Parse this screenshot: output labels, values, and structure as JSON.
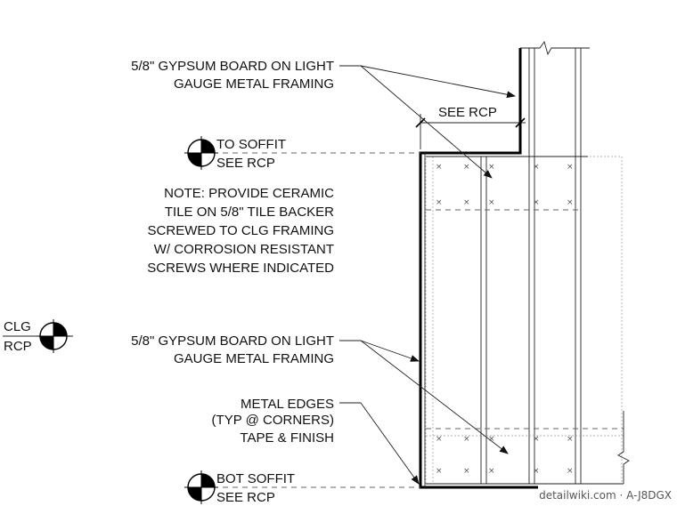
{
  "notes": {
    "board_top": [
      "5/8\" GYPSUM BOARD ON LIGHT",
      "GAUGE  METAL FRAMING"
    ],
    "see_rcp_dim": "SEE RCP",
    "ceramic": [
      "NOTE: PROVIDE CERAMIC",
      "TILE ON 5/8\" TILE BACKER",
      "SCREWED TO CLG FRAMING",
      "W/ CORROSION RESISTANT",
      "SCREWS WHERE INDICATED"
    ],
    "board_mid": [
      "5/8\" GYPSUM BOARD ON LIGHT",
      "GAUGE METAL FRAMING"
    ],
    "metal_edges": [
      "METAL EDGES",
      "(TYP @ CORNERS)",
      "TAPE & FINISH"
    ]
  },
  "levels": {
    "to_soffit": [
      "TO SOFFIT",
      "SEE RCP"
    ],
    "clg": [
      "CLG",
      "RCP"
    ],
    "bot_soffit": [
      "BOT SOFFIT",
      "SEE RCP"
    ]
  },
  "watermark": "detailwiki.com · A-J8DGX",
  "icons": [
    "level-target-icon",
    "break-line-icon",
    "arrow-icon",
    "tick-mark-icon",
    "screw-x-icon"
  ]
}
